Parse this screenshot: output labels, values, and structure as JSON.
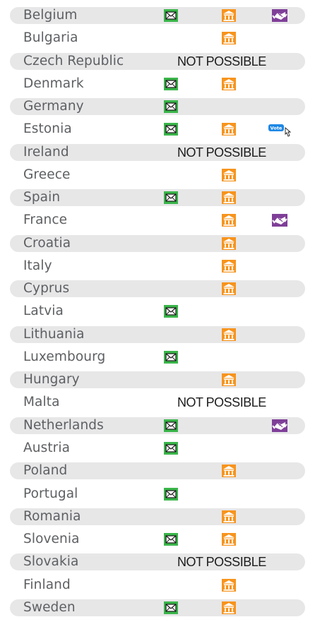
{
  "not_possible_label": "NOT POSSIBLE",
  "vote_label": "Vote",
  "colors": {
    "row_shade": "#e7e7e8",
    "text": "#5d5f62",
    "mail_green": "#3ab54a",
    "bank_orange": "#f7941d",
    "hand_purple": "#7f3f98",
    "vote_blue": "#1e88e5"
  },
  "icons": [
    "envelope-icon",
    "bank-building-icon",
    "handshake-icon",
    "vote-button-icon"
  ],
  "countries": [
    {
      "name": "Belgium",
      "mail": true,
      "bank": true,
      "hand": true
    },
    {
      "name": "Bulgaria",
      "bank": true
    },
    {
      "name": "Czech Republic",
      "not_possible": true
    },
    {
      "name": "Denmark",
      "mail": true,
      "bank": true
    },
    {
      "name": "Germany",
      "mail": true
    },
    {
      "name": "Estonia",
      "mail": true,
      "bank": true,
      "vote": true
    },
    {
      "name": "Ireland",
      "not_possible": true
    },
    {
      "name": "Greece",
      "bank": true
    },
    {
      "name": "Spain",
      "mail": true,
      "bank": true
    },
    {
      "name": "France",
      "bank": true,
      "hand": true
    },
    {
      "name": "Croatia",
      "bank": true
    },
    {
      "name": "Italy",
      "bank": true
    },
    {
      "name": "Cyprus",
      "bank": true
    },
    {
      "name": "Latvia",
      "mail": true
    },
    {
      "name": "Lithuania",
      "bank": true
    },
    {
      "name": "Luxembourg",
      "mail": true
    },
    {
      "name": "Hungary",
      "bank": true
    },
    {
      "name": "Malta",
      "not_possible": true
    },
    {
      "name": "Netherlands",
      "mail": true,
      "hand": true
    },
    {
      "name": "Austria",
      "mail": true
    },
    {
      "name": "Poland",
      "bank": true
    },
    {
      "name": "Portugal",
      "mail": true
    },
    {
      "name": "Romania",
      "bank": true
    },
    {
      "name": "Slovenia",
      "mail": true,
      "bank": true
    },
    {
      "name": "Slovakia",
      "not_possible": true
    },
    {
      "name": "Finland",
      "bank": true
    },
    {
      "name": "Sweden",
      "mail": true,
      "bank": true
    }
  ]
}
